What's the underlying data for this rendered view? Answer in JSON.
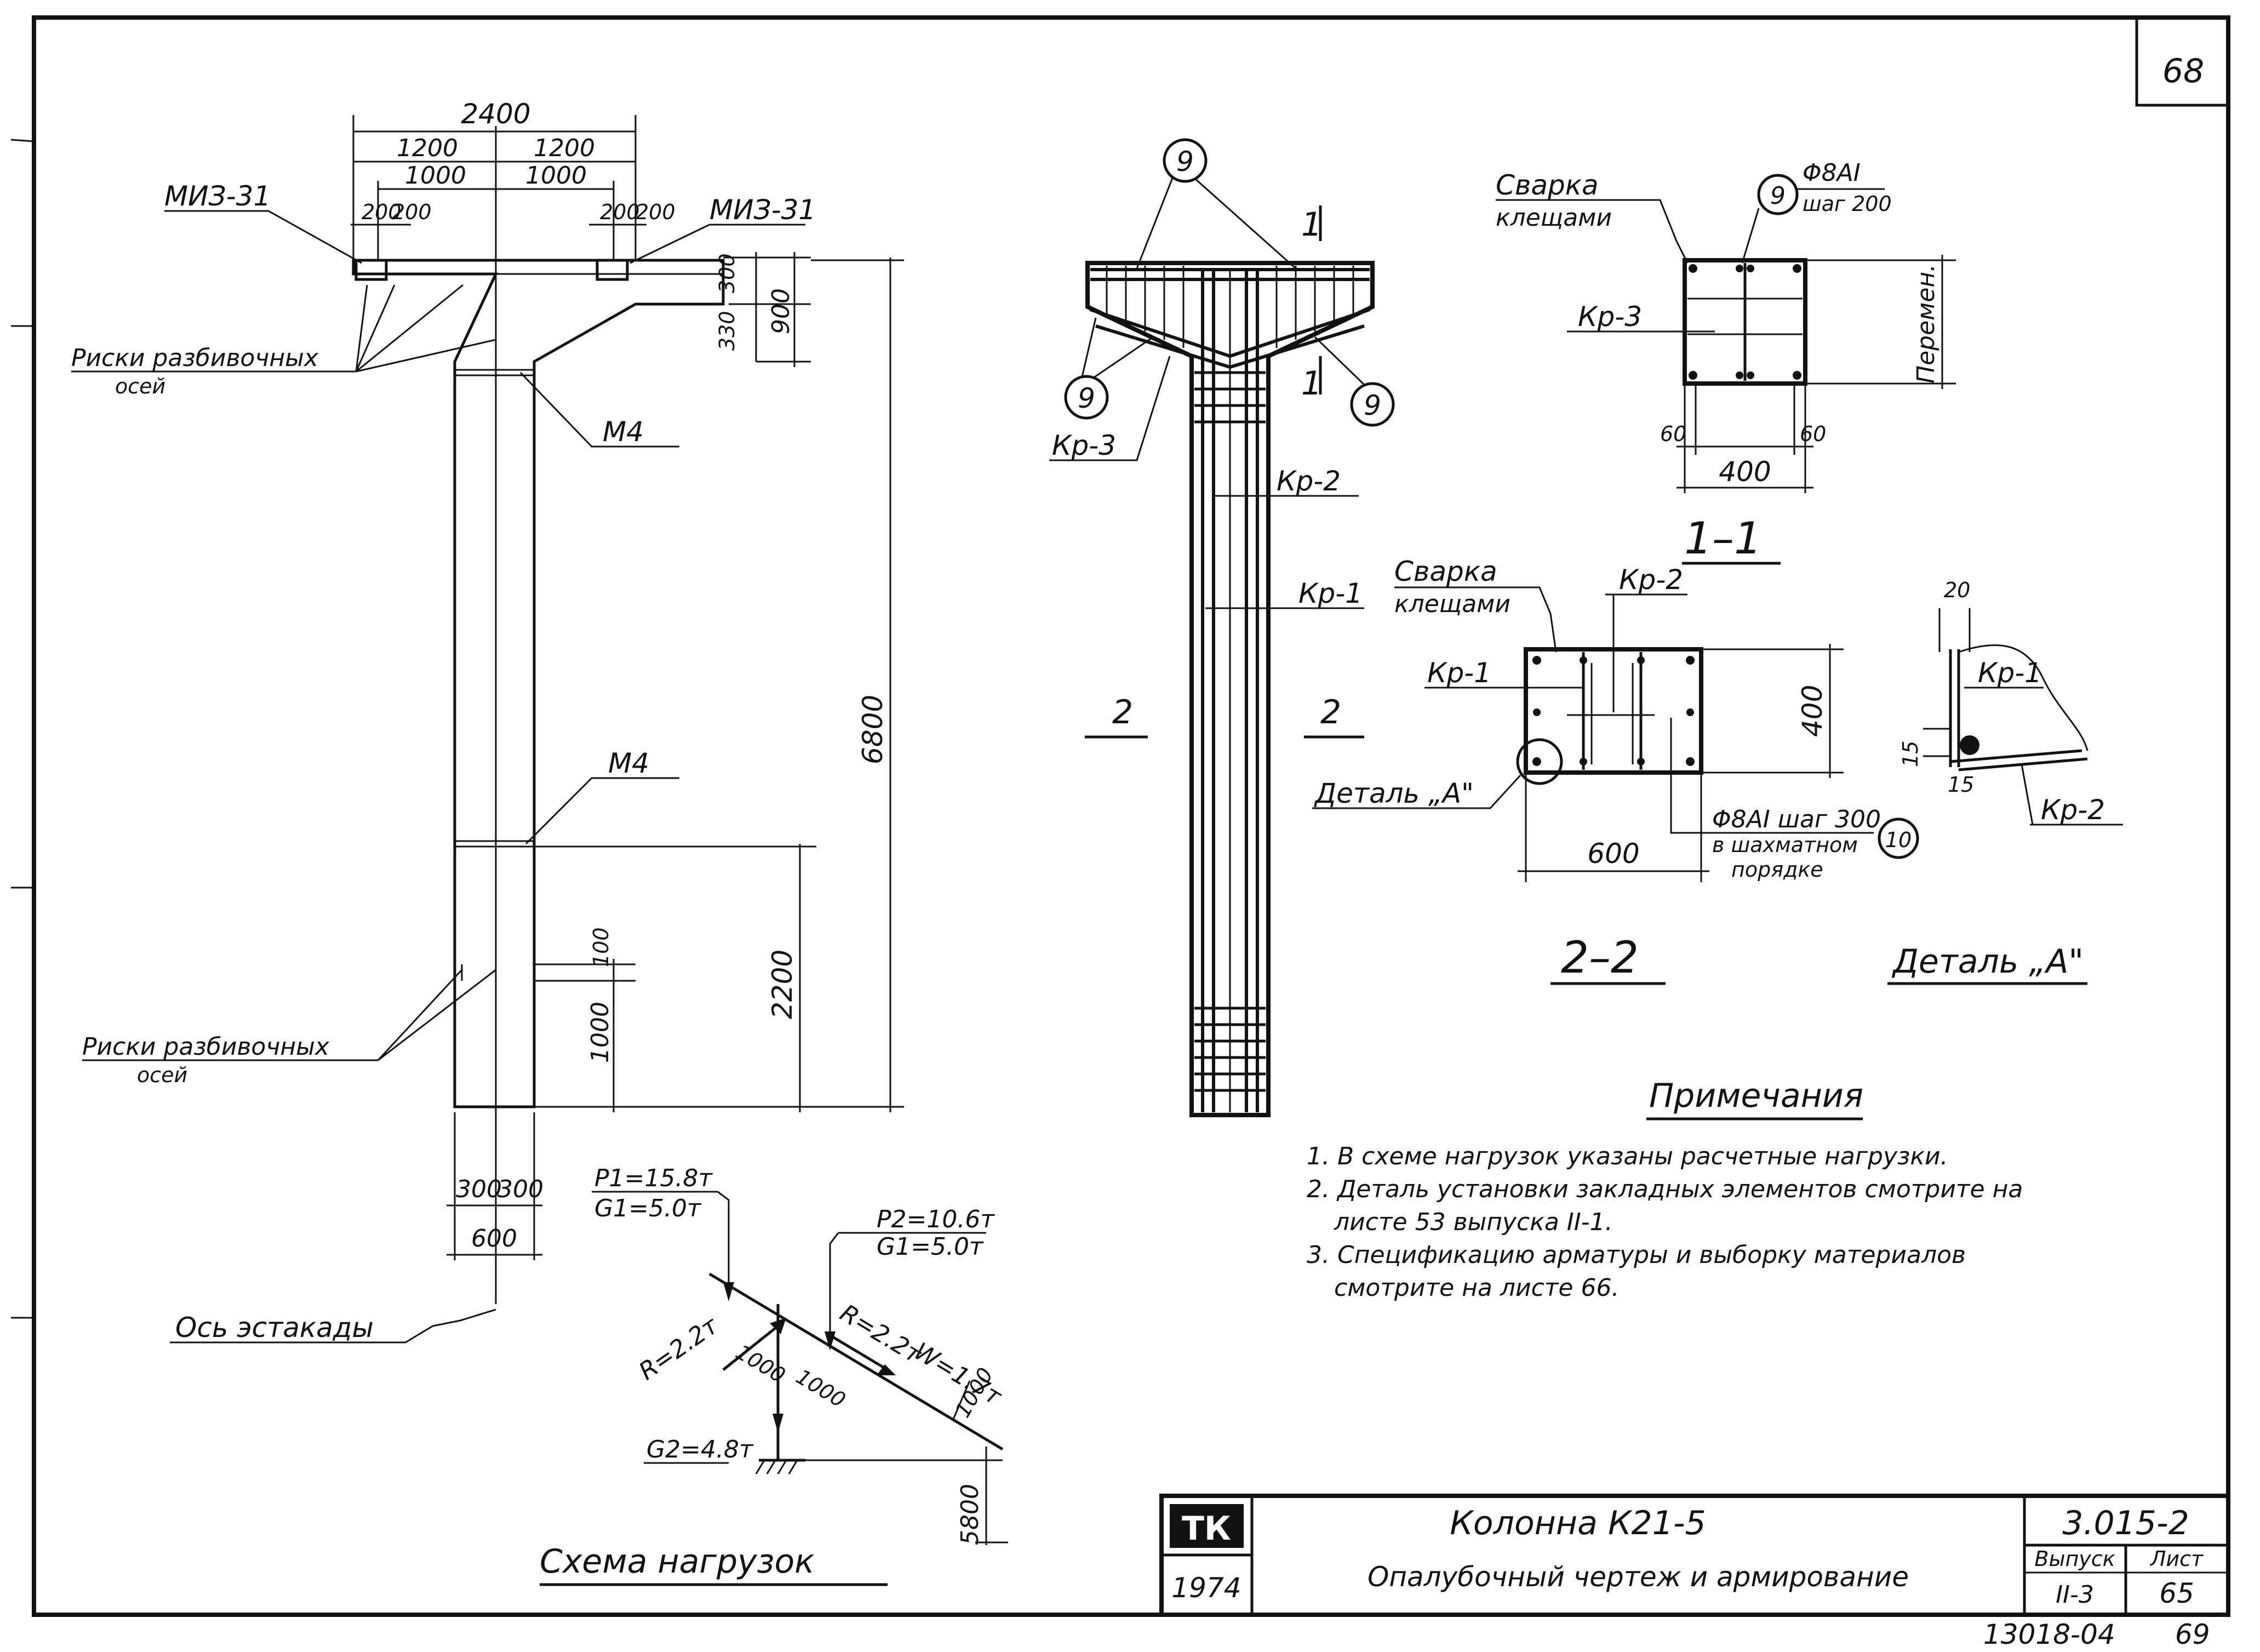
{
  "sheet_number": "68",
  "elevation": {
    "dim_total_width": "2400",
    "dim_half_left": "1200",
    "dim_half_right": "1200",
    "dim_inner_left": "1000",
    "dim_inner_right": "1000",
    "dim_plate_l1": "200",
    "dim_plate_l2": "200",
    "dim_plate_r1": "200",
    "dim_plate_r2": "200",
    "embed_left": "МИЗ-31",
    "embed_right": "МИЗ-31",
    "axis_marks_top_line1": "Риски разбивочных",
    "axis_marks_top_line2": "осей",
    "dim_300_top": "300",
    "dim_330": "330",
    "dim_900": "900",
    "m4_top": "М4",
    "m4_mid": "М4",
    "dim_6800": "6800",
    "dim_2200": "2200",
    "dim_100": "100",
    "dim_1000": "1000",
    "axis_marks_bot_line1": "Риски разбивочных",
    "axis_marks_bot_line2": "осей",
    "dim_bot_300_l": "300",
    "dim_bot_300_r": "300",
    "dim_bot_600": "600",
    "estacade_axis": "Ось эстакады"
  },
  "reinforcement": {
    "mark_9_top": "9",
    "mark_9_left": "9",
    "mark_9_right": "9",
    "section_1_top": "1",
    "section_1_bot": "1",
    "kr3": "Кр-3",
    "kr2": "Кр-2",
    "kr1": "Кр-1",
    "section_2_left": "2",
    "section_2_right": "2"
  },
  "section_1_1": {
    "welding_line1": "Сварка",
    "welding_line2": "клещами",
    "mark_9": "9",
    "bar_spec": "Φ8АI",
    "step": "шаг 200",
    "kr3": "Кр-3",
    "variable": "Перемен.",
    "dim_60_l": "60",
    "dim_60_r": "60",
    "dim_400": "400",
    "title": "1–1"
  },
  "section_2_2": {
    "welding_line1": "Сварка",
    "welding_line2": "клещами",
    "kr2": "Кр-2",
    "kr1": "Кр-1",
    "dim_400": "400",
    "detail_ref": "Деталь „А\"",
    "bar_spec": "Φ8АI шаг 300",
    "mark_10": "10",
    "staggered_line1": "в шахматном",
    "staggered_line2": "порядке",
    "dim_600": "600",
    "title": "2–2"
  },
  "detail_a": {
    "dim_20": "20",
    "kr1": "Кр-1",
    "dim_15_a": "15",
    "dim_15_b": "15",
    "kr2": "Кр-2",
    "title": "Деталь „А\""
  },
  "load_scheme": {
    "p1": "P1=15.8т",
    "g1": "G1=5.0т",
    "p2": "P2=10.6т",
    "g1b": "G1=5.0т",
    "r_left": "R=2.2т",
    "dim_1000_l": "1000",
    "dim_1000_r": "1000",
    "r_right": "R=2.2т",
    "w": "W=1.7т",
    "dim_1000_w": "1000",
    "g2": "G2=4.8т",
    "dim_5800": "5800",
    "title": "Схема нагрузок"
  },
  "notes": {
    "title": "Примечания",
    "line1": "1. В схеме нагрузок указаны расчетные нагрузки.",
    "line2": "2. Деталь установки закладных элементов смотрите на",
    "line3": "листе       53 выпуска  II-1.",
    "line4": "3. Спецификацию арматуры и выборку материалов",
    "line5": "смотрите на листе 66."
  },
  "title_block": {
    "logo": "ТК",
    "year": "1974",
    "name": "Колонна К21-5",
    "subtitle": "Опалубочный чертеж и армирование",
    "code": "3.015-2",
    "issue_label": "Выпуск",
    "issue_value": "II-3",
    "sheet_label": "Лист",
    "sheet_value": "65",
    "archive": "13018-04",
    "archive_page": "69"
  }
}
